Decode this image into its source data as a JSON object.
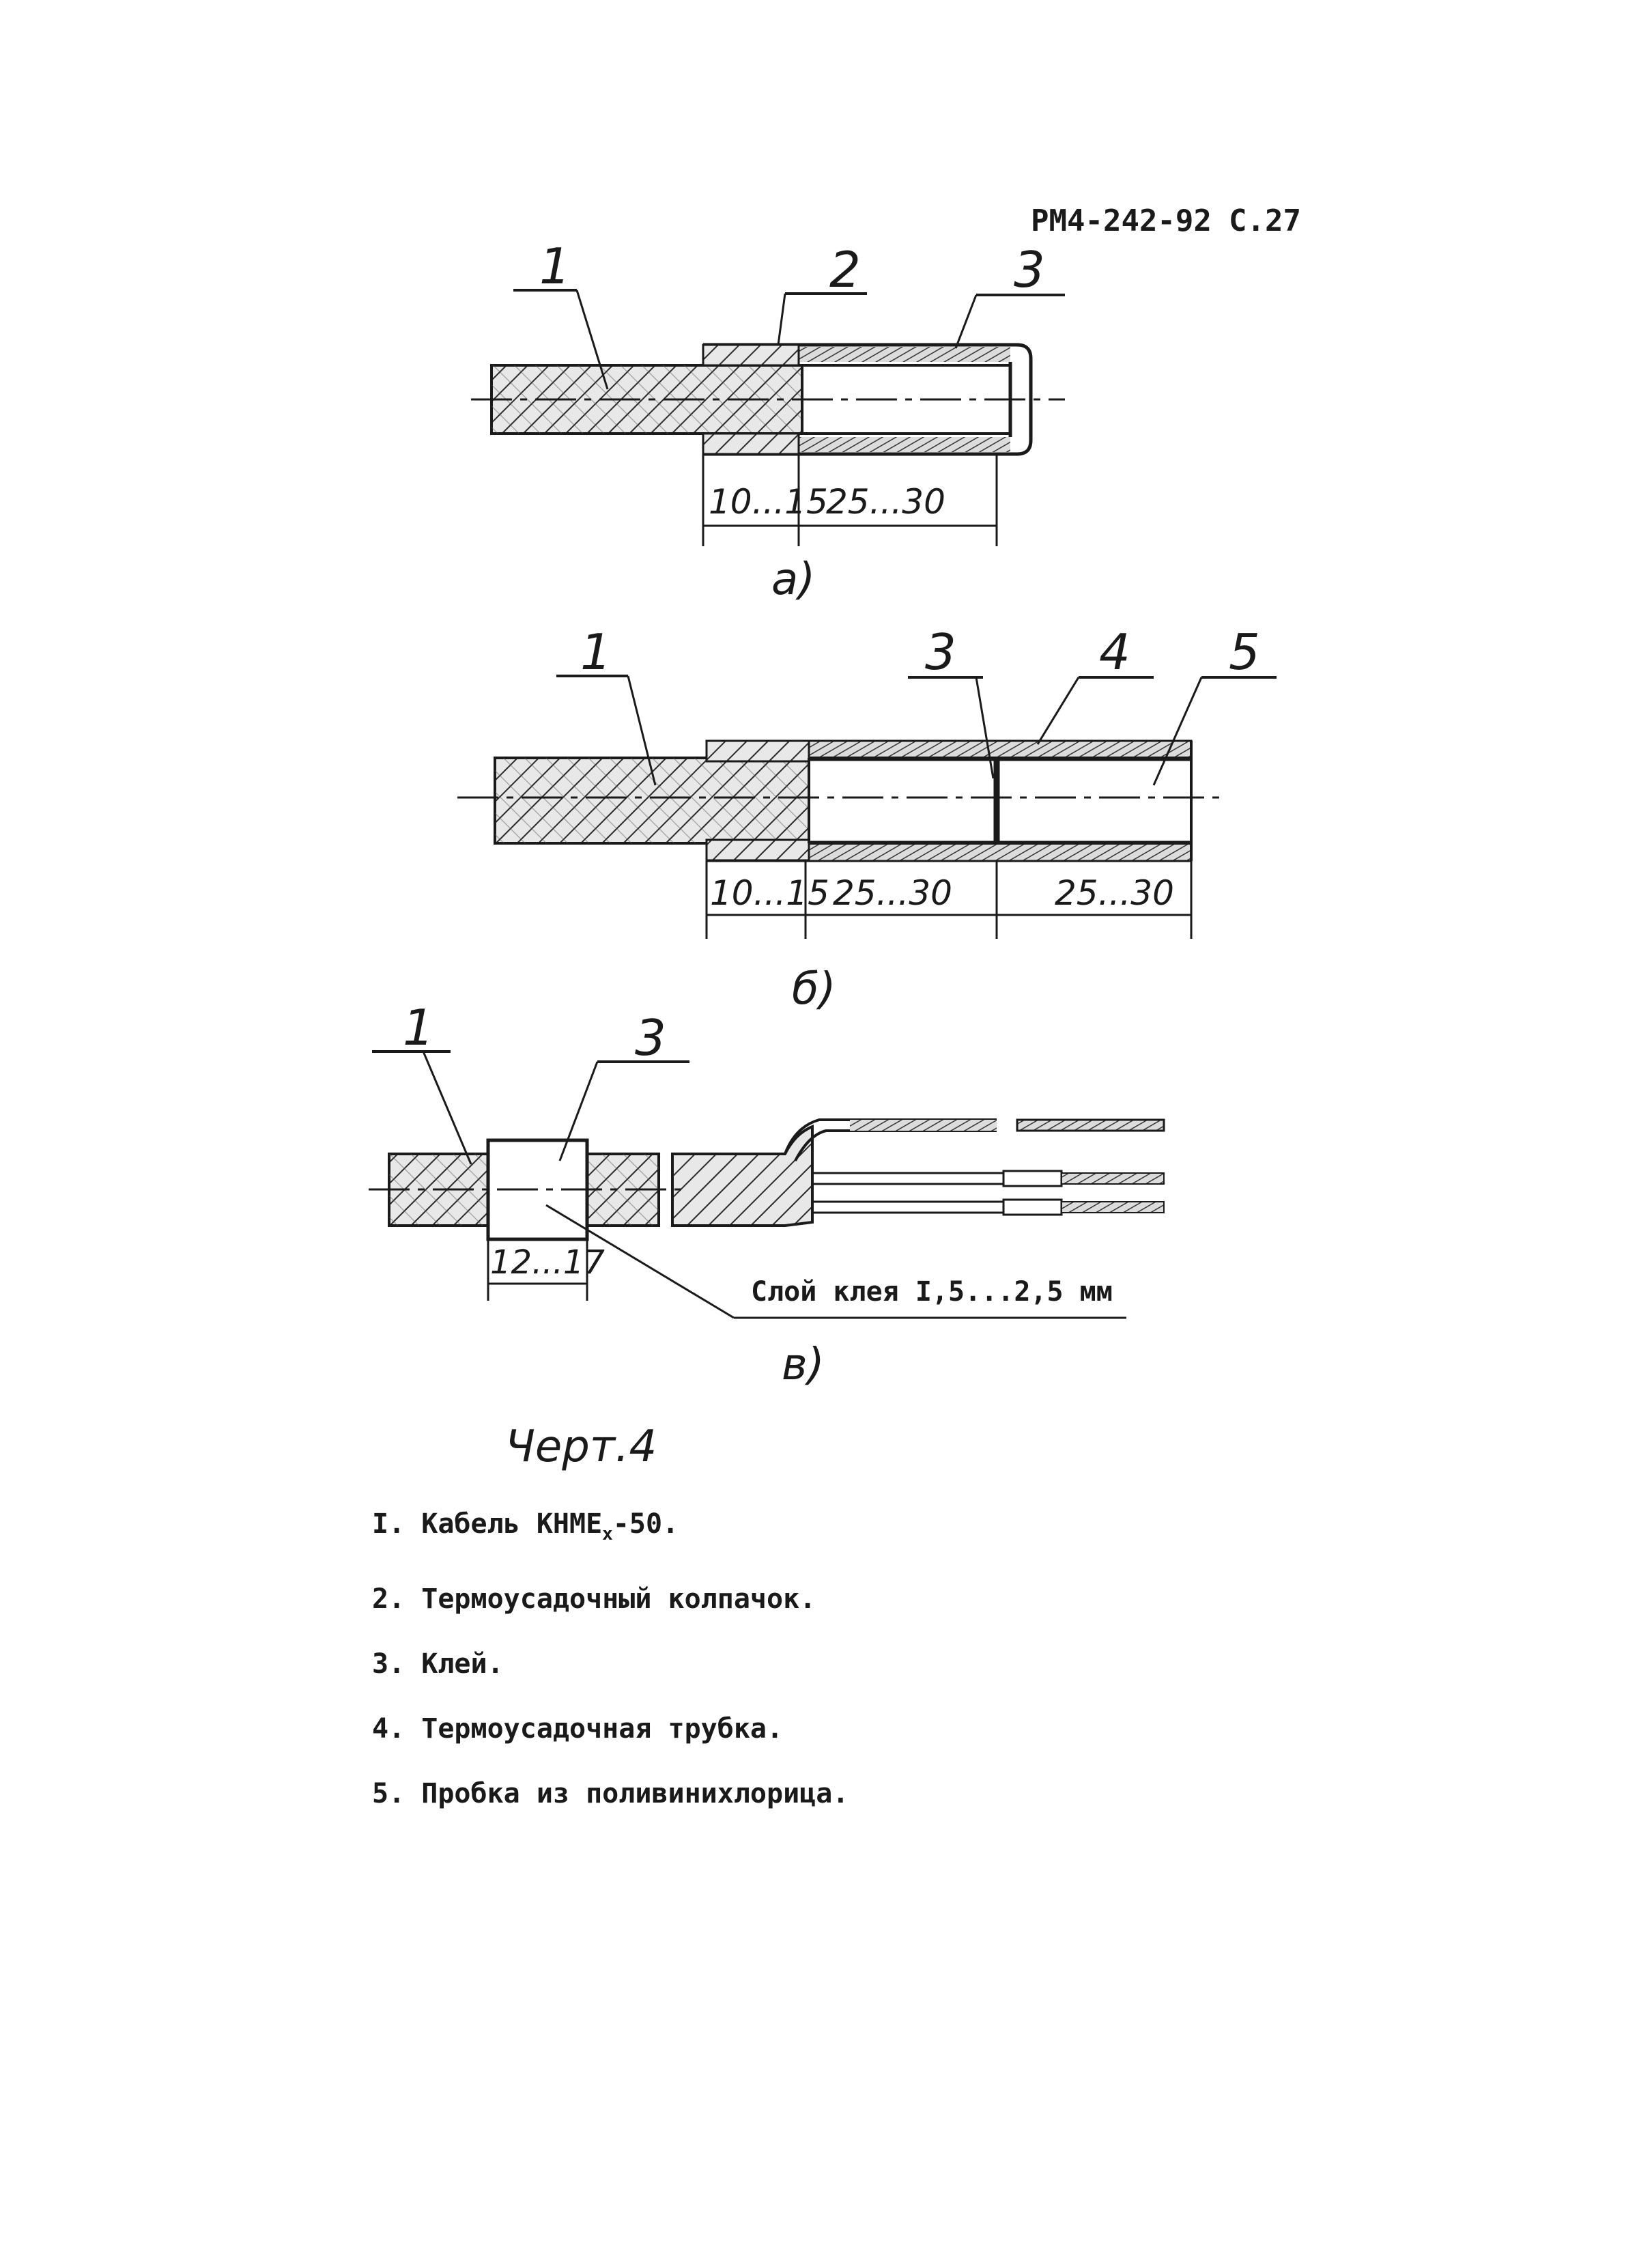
{
  "header": {
    "doc_code": "РМ4-242-92",
    "page": "С.27"
  },
  "figure_a": {
    "caption": "а)",
    "callouts": [
      "1",
      "2",
      "3"
    ],
    "dims": [
      "10...15",
      "25...30"
    ]
  },
  "figure_b": {
    "caption": "б)",
    "callouts": [
      "1",
      "3",
      "4",
      "5"
    ],
    "dims": [
      "10...15",
      "25...30",
      "25...30"
    ]
  },
  "figure_c": {
    "caption": "в)",
    "callouts": [
      "1",
      "3"
    ],
    "dims": [
      "12...17"
    ],
    "note": "Слой клея I,5...2,5 мм"
  },
  "drawing_title": "Черт.4",
  "legend": [
    {
      "num": "I.",
      "text": "Кабель КНМЕ",
      "sub": "х",
      "tail": "-50."
    },
    {
      "num": "2.",
      "text": "Термоусадочный колпачок."
    },
    {
      "num": "3.",
      "text": "Клей."
    },
    {
      "num": "4.",
      "text": "Термоусадочная трубка."
    },
    {
      "num": "5.",
      "text": "Пробка из поливинихлорица."
    }
  ]
}
